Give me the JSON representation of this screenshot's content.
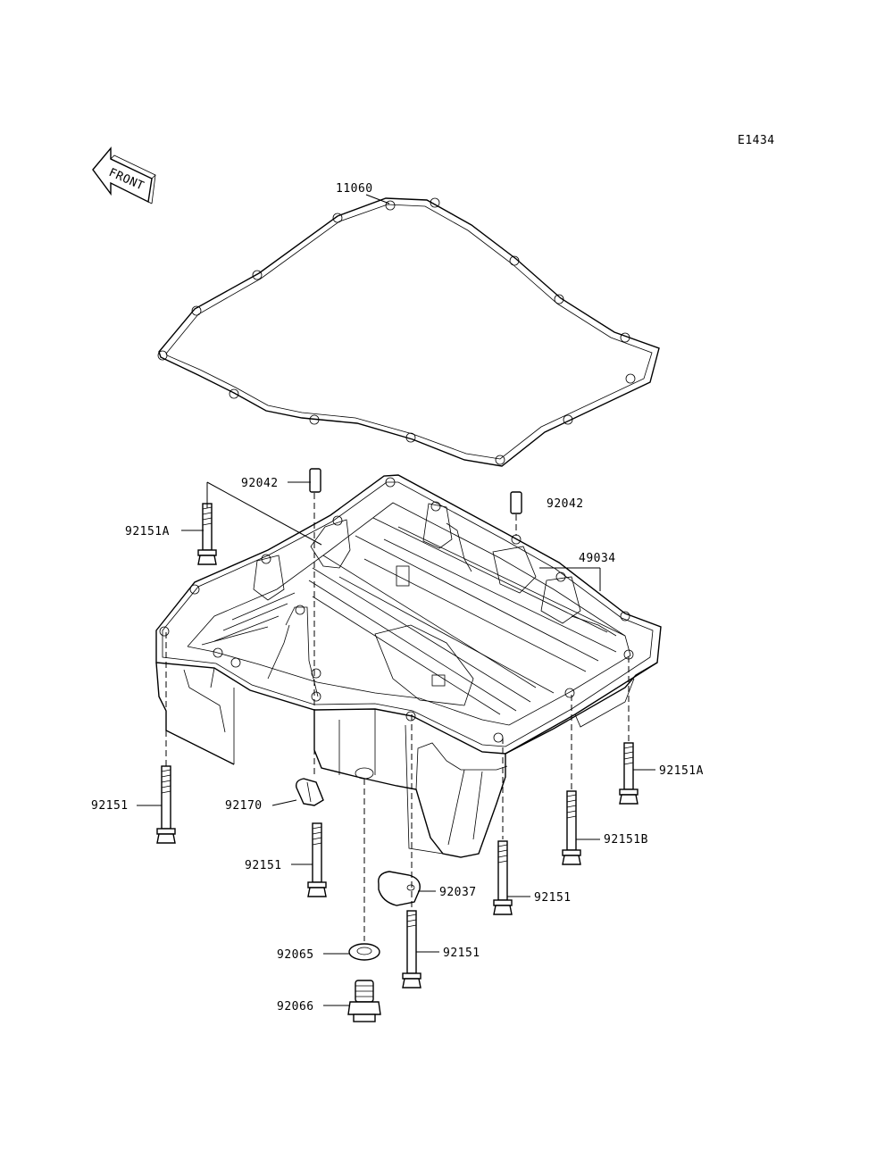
{
  "diagram_code": "E1434",
  "direction_arrow": {
    "text": "FRONT",
    "icon": "front-arrow-icon"
  },
  "parts": {
    "gasket": {
      "number": "11060"
    },
    "oil_pan": {
      "number": "49034"
    },
    "dowel_pin_left": {
      "number": "92042"
    },
    "dowel_pin_right": {
      "number": "92042"
    },
    "bolt_a_left": {
      "number": "92151A"
    },
    "bolt_a_right": {
      "number": "92151A"
    },
    "bolt_b_right": {
      "number": "92151B"
    },
    "bolt_left": {
      "number": "92151"
    },
    "bolt_center": {
      "number": "92151"
    },
    "bolt_right": {
      "number": "92151"
    },
    "bolt_lower": {
      "number": "92151"
    },
    "clamp": {
      "number": "92170"
    },
    "damper": {
      "number": "92037"
    },
    "washer": {
      "number": "92065"
    },
    "drain_plug": {
      "number": "92066"
    }
  }
}
